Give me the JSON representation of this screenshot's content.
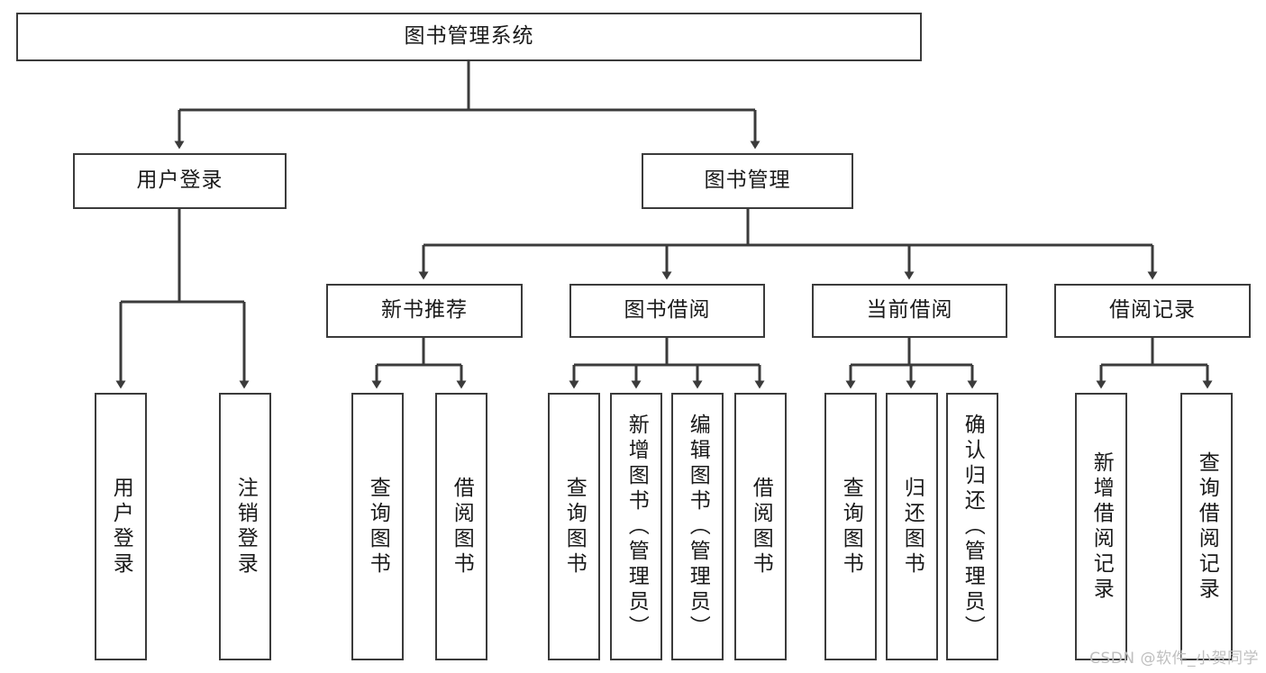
{
  "diagram": {
    "title": "图书管理系统",
    "watermark": "CSDN @软件_小贺同学",
    "stroke_color": "#3b3b3b",
    "background_color": "#ffffff",
    "text_color": "#1a1a1a",
    "root": {
      "label": "图书管理系统"
    },
    "level2": [
      {
        "label": "用户登录"
      },
      {
        "label": "图书管理"
      }
    ],
    "level3": [
      {
        "label": "新书推荐"
      },
      {
        "label": "图书借阅"
      },
      {
        "label": "当前借阅"
      },
      {
        "label": "借阅记录"
      }
    ],
    "leaves": {
      "user_login": [
        {
          "label": "用户登录"
        },
        {
          "label": "注销登录"
        }
      ],
      "new_book_recommend": [
        {
          "label": "查询图书"
        },
        {
          "label": "借阅图书"
        }
      ],
      "book_borrow": [
        {
          "label": "查询图书"
        },
        {
          "label": "新增图书（管理员）"
        },
        {
          "label": "编辑图书（管理员）"
        },
        {
          "label": "借阅图书"
        }
      ],
      "current_borrow": [
        {
          "label": "查询图书"
        },
        {
          "label": "归还图书"
        },
        {
          "label": "确认归还（管理员）"
        }
      ],
      "borrow_record": [
        {
          "label": "新增借阅记录"
        },
        {
          "label": "查询借阅记录"
        }
      ]
    }
  }
}
